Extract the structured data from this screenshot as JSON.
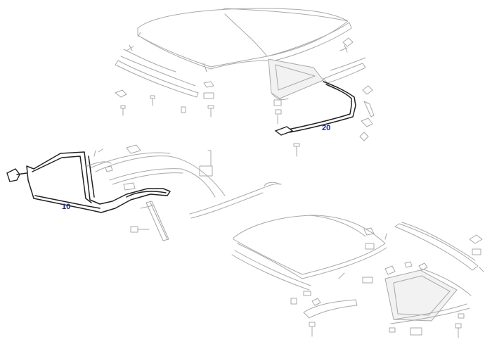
{
  "callouts": [
    {
      "label": "20",
      "part": "roof-side-seal-rear"
    },
    {
      "label": "10",
      "part": "door-window-frame-seal"
    }
  ],
  "colors": {
    "callout_text": "#1a2a7a",
    "highlight_line": "#222222",
    "background_line": "#a9a9a9",
    "background": "#ffffff"
  }
}
